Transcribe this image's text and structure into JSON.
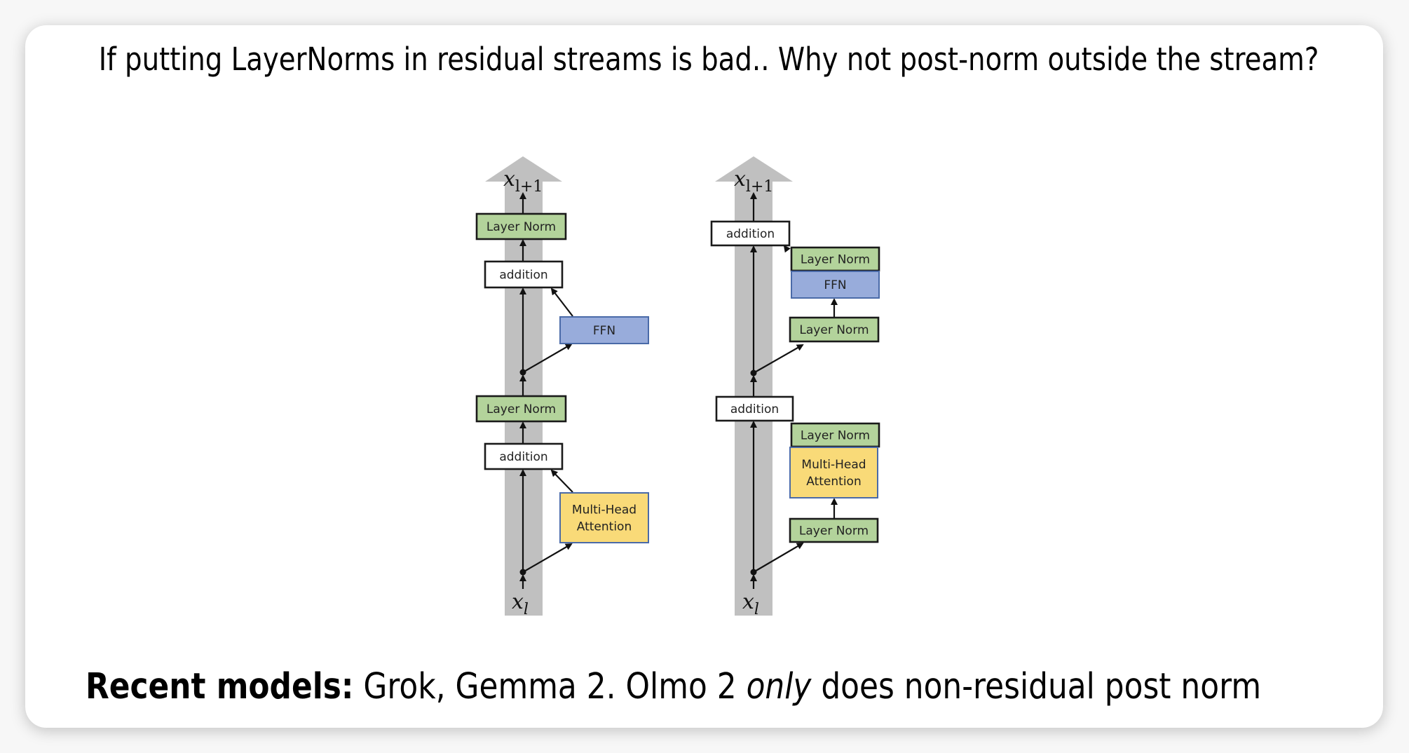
{
  "slide": {
    "title": "If putting LayerNorms in residual streams is bad.. Why not post-norm outside the stream?",
    "footer": {
      "bold_prefix": "Recent models:",
      "text_before_italic": " Grok, Gemma 2. Olmo 2 ",
      "italic_word": "only",
      "text_after_italic": " does non-residual post norm"
    }
  },
  "colors": {
    "stream": "#c0c0c0",
    "layer_norm_fill": "#b3d39b",
    "ffn_fill": "#98acdb",
    "attention_fill": "#f9da78",
    "addition_fill": "#ffffff",
    "outline": "#1a1a1a"
  },
  "diagrams": [
    {
      "name": "post-norm-residual",
      "output_label": {
        "base": "x",
        "sub": "l+1"
      },
      "input_label": {
        "base": "x",
        "sub": "l"
      },
      "boxes": [
        {
          "id": "ln-top",
          "type": "layer_norm",
          "lines": [
            "Layer Norm"
          ]
        },
        {
          "id": "add-top",
          "type": "addition",
          "lines": [
            "addition"
          ]
        },
        {
          "id": "ffn",
          "type": "ffn",
          "lines": [
            "FFN"
          ]
        },
        {
          "id": "ln-mid",
          "type": "layer_norm",
          "lines": [
            "Layer Norm"
          ]
        },
        {
          "id": "add-bottom",
          "type": "addition",
          "lines": [
            "addition"
          ]
        },
        {
          "id": "mha",
          "type": "attention",
          "lines": [
            "Multi-Head",
            "Attention"
          ]
        }
      ]
    },
    {
      "name": "non-residual-post-norm",
      "output_label": {
        "base": "x",
        "sub": "l+1"
      },
      "input_label": {
        "base": "x",
        "sub": "l"
      },
      "boxes": [
        {
          "id": "add-top",
          "type": "addition",
          "lines": [
            "addition"
          ]
        },
        {
          "id": "ln-post-ffn",
          "type": "layer_norm",
          "lines": [
            "Layer Norm"
          ]
        },
        {
          "id": "ffn",
          "type": "ffn",
          "lines": [
            "FFN"
          ]
        },
        {
          "id": "ln-pre-ffn",
          "type": "layer_norm",
          "lines": [
            "Layer Norm"
          ]
        },
        {
          "id": "add-bottom",
          "type": "addition",
          "lines": [
            "addition"
          ]
        },
        {
          "id": "ln-post-attn",
          "type": "layer_norm",
          "lines": [
            "Layer Norm"
          ]
        },
        {
          "id": "mha",
          "type": "attention",
          "lines": [
            "Multi-Head",
            "Attention"
          ]
        },
        {
          "id": "ln-pre-attn",
          "type": "layer_norm",
          "lines": [
            "Layer Norm"
          ]
        }
      ]
    }
  ]
}
